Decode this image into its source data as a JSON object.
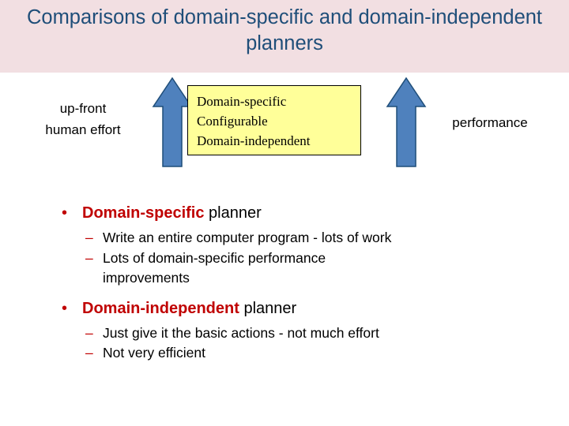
{
  "slide": {
    "title": "Comparisons of domain-specific and domain-independent planners",
    "title_color": "#1f4e79",
    "title_band_color": "#f2dfe2"
  },
  "diagram": {
    "left_label_line1": "up-front",
    "left_label_line2": "human effort",
    "right_label": "performance",
    "arrow_color": "#4f81bd",
    "arrow_border": "#1f4e79",
    "left_arrow_name": "up-arrow-left",
    "right_arrow_name": "up-arrow-right",
    "box": {
      "fill": "#ffff99",
      "border": "#000000",
      "lines": [
        "Domain-specific",
        "Configurable",
        "Domain-independent"
      ]
    }
  },
  "content": {
    "bullet_marker": "•",
    "sub_marker": "–",
    "accent_color": "#c00000",
    "items": [
      {
        "highlight": "Domain-specific",
        "rest": " planner",
        "subs": [
          "Write an entire computer program - lots of work",
          "Lots of domain-specific performance",
          "improvements"
        ]
      },
      {
        "highlight": "Domain-independent",
        "rest": " planner",
        "subs": [
          "Just give it the basic actions - not much effort",
          "Not very efficient"
        ]
      }
    ]
  }
}
